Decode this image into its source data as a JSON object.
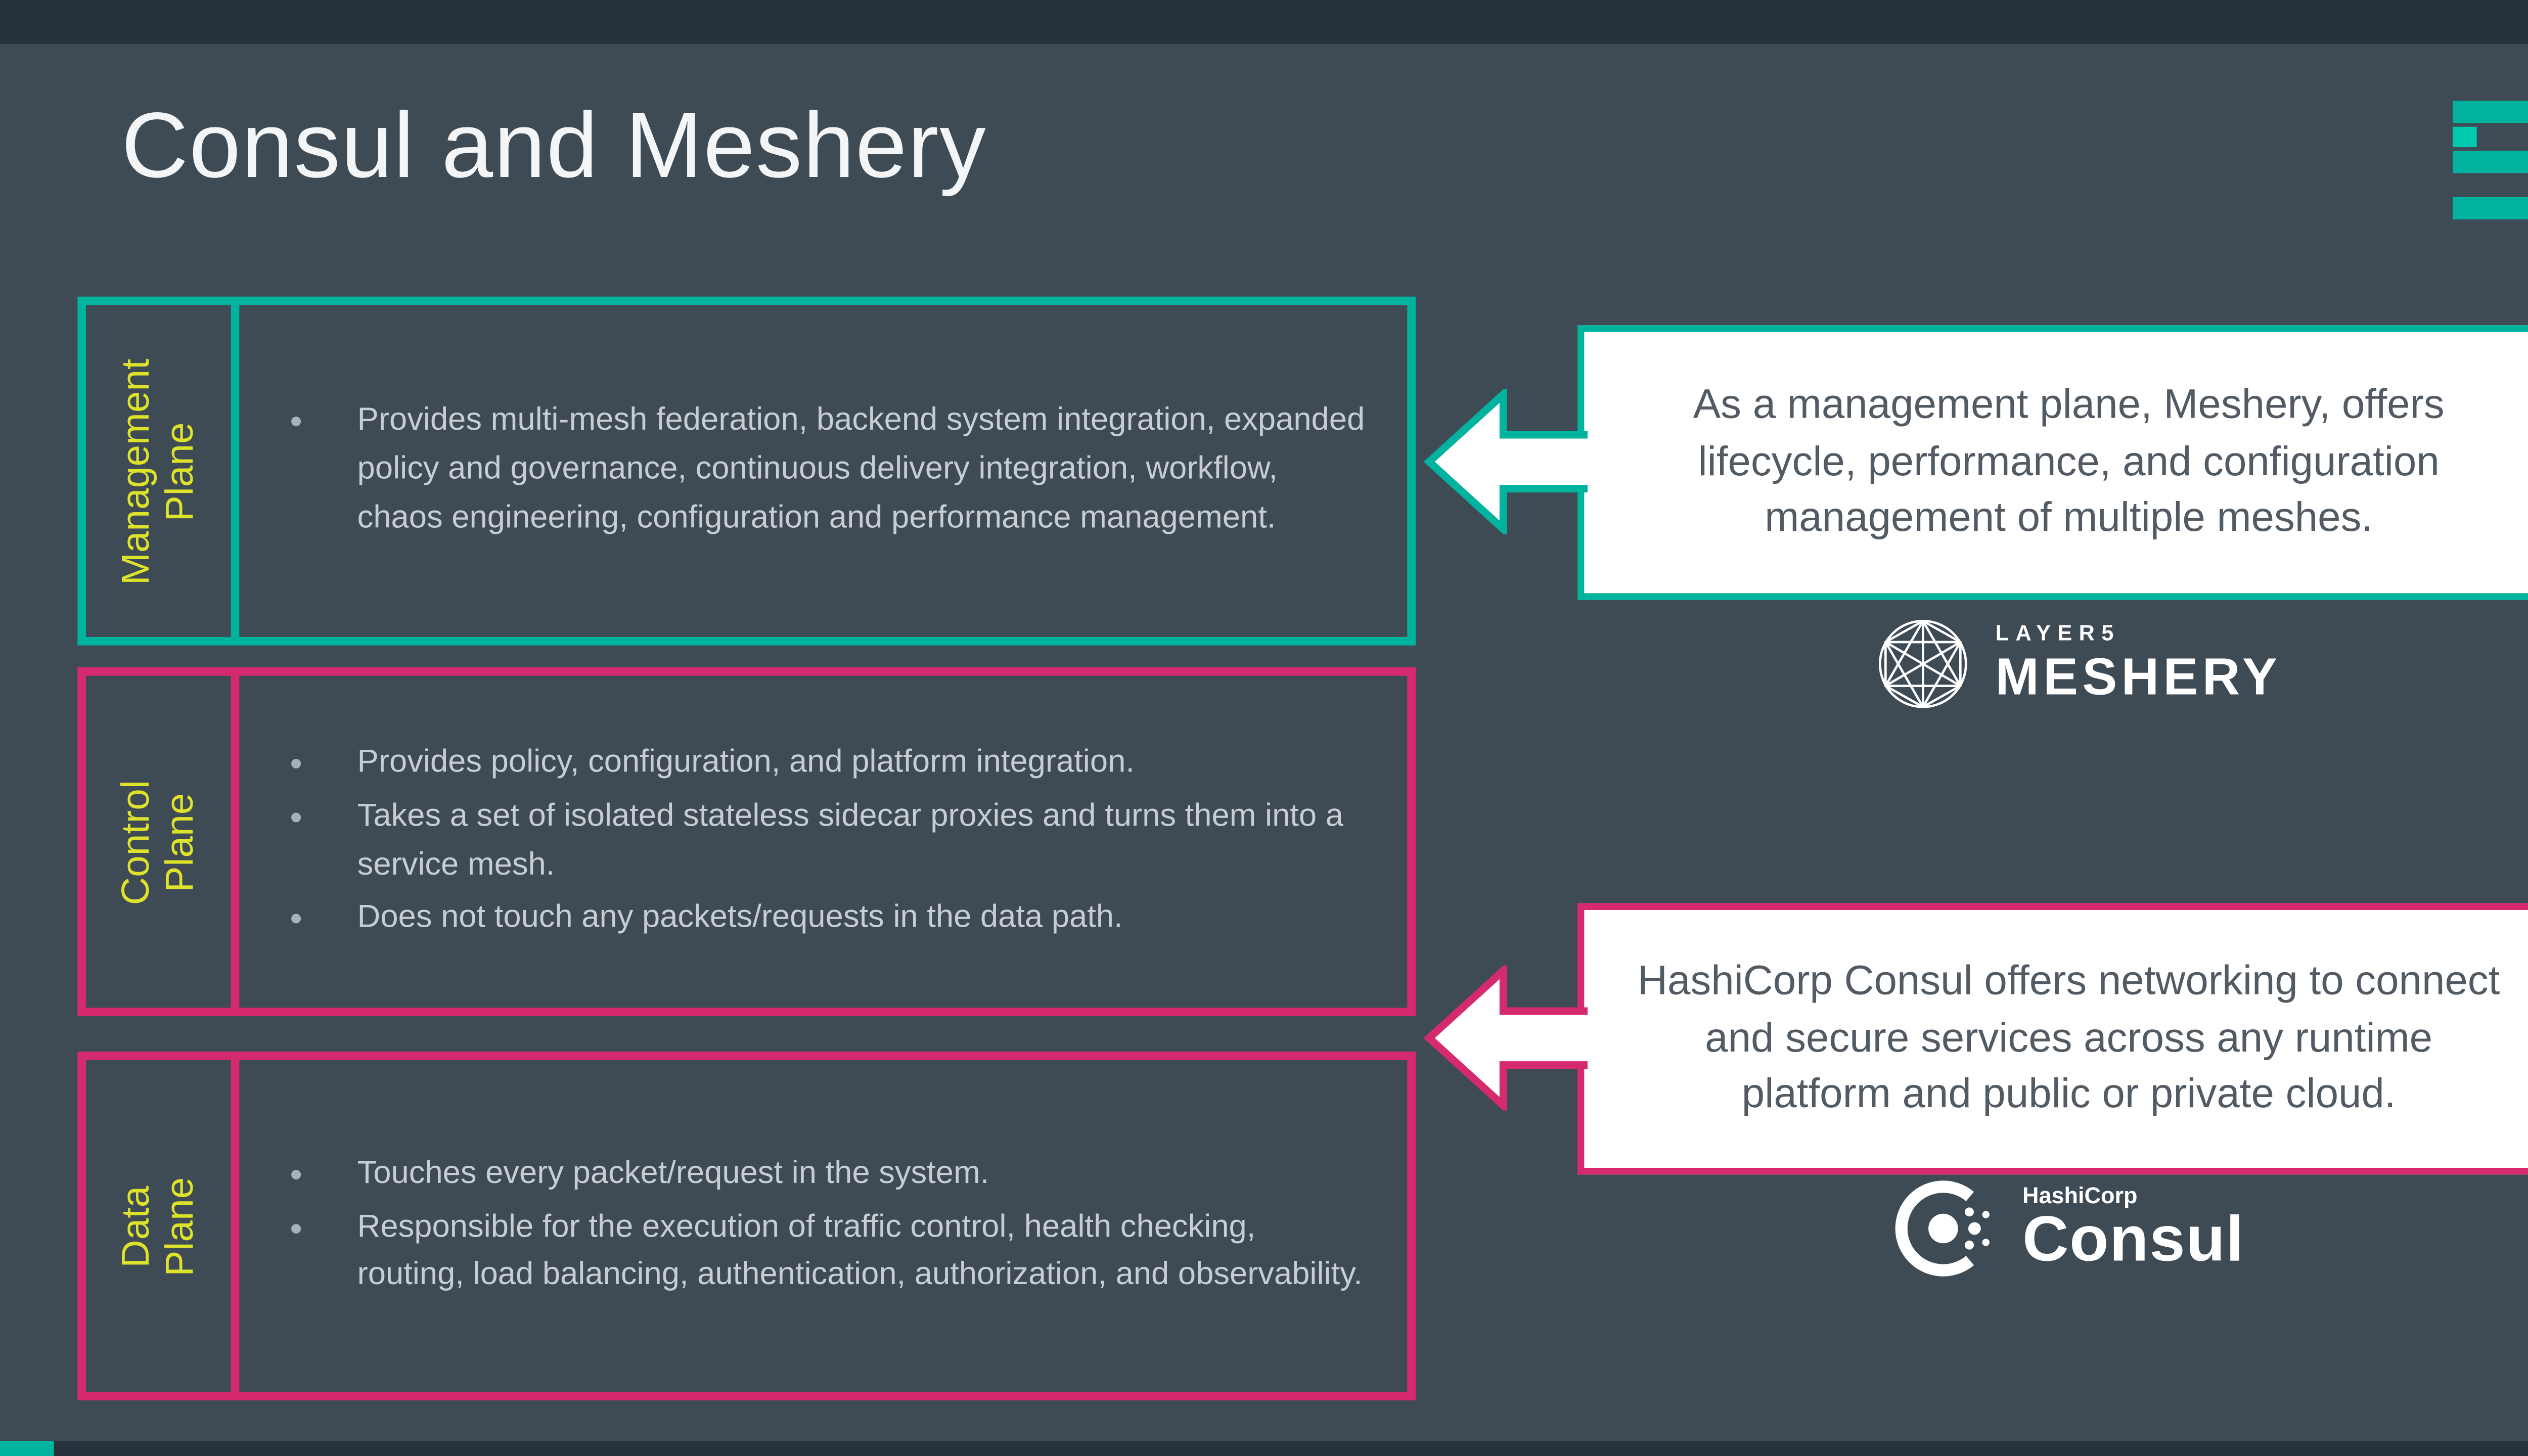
{
  "slide": {
    "title": "Consul and Meshery",
    "colors": {
      "background": "#3e4a54",
      "accent_teal": "#00b39f",
      "accent_pink": "#d62a6e",
      "accent_yellow": "#dde22b",
      "body_text": "#c7cdd2",
      "callout_text": "#525b63"
    }
  },
  "planes": [
    {
      "label": "Management Plane",
      "color": "teal",
      "bullets": [
        "Provides multi-mesh federation, backend system integration, expanded policy and governance, continuous delivery integration, workflow, chaos engineering,  configuration and performance management."
      ]
    },
    {
      "label": "Control Plane",
      "color": "pink",
      "bullets": [
        "Provides policy, configuration, and platform integration.",
        "Takes a set of isolated stateless sidecar proxies and turns them into a service mesh.",
        "Does not touch any packets/requests in the data path."
      ]
    },
    {
      "label": "Data Plane",
      "color": "pink",
      "bullets": [
        "Touches every packet/request in the system.",
        "Responsible for the execution of traffic control, health checking, routing, load balancing, authentication, authorization, and observability."
      ]
    }
  ],
  "callouts": [
    {
      "color": "teal",
      "text": "As a management plane, Meshery, offers lifecycle, performance, and configuration management of multiple meshes."
    },
    {
      "color": "pink",
      "text": "HashiCorp Consul offers networking to connect and secure services across any runtime platform and public or private cloud."
    }
  ],
  "logos": {
    "layer5_mark": "5",
    "meshery": {
      "brand": "LAYER5",
      "name": "MESHERY"
    },
    "consul": {
      "brand": "HashiCorp",
      "name": "Consul"
    }
  }
}
